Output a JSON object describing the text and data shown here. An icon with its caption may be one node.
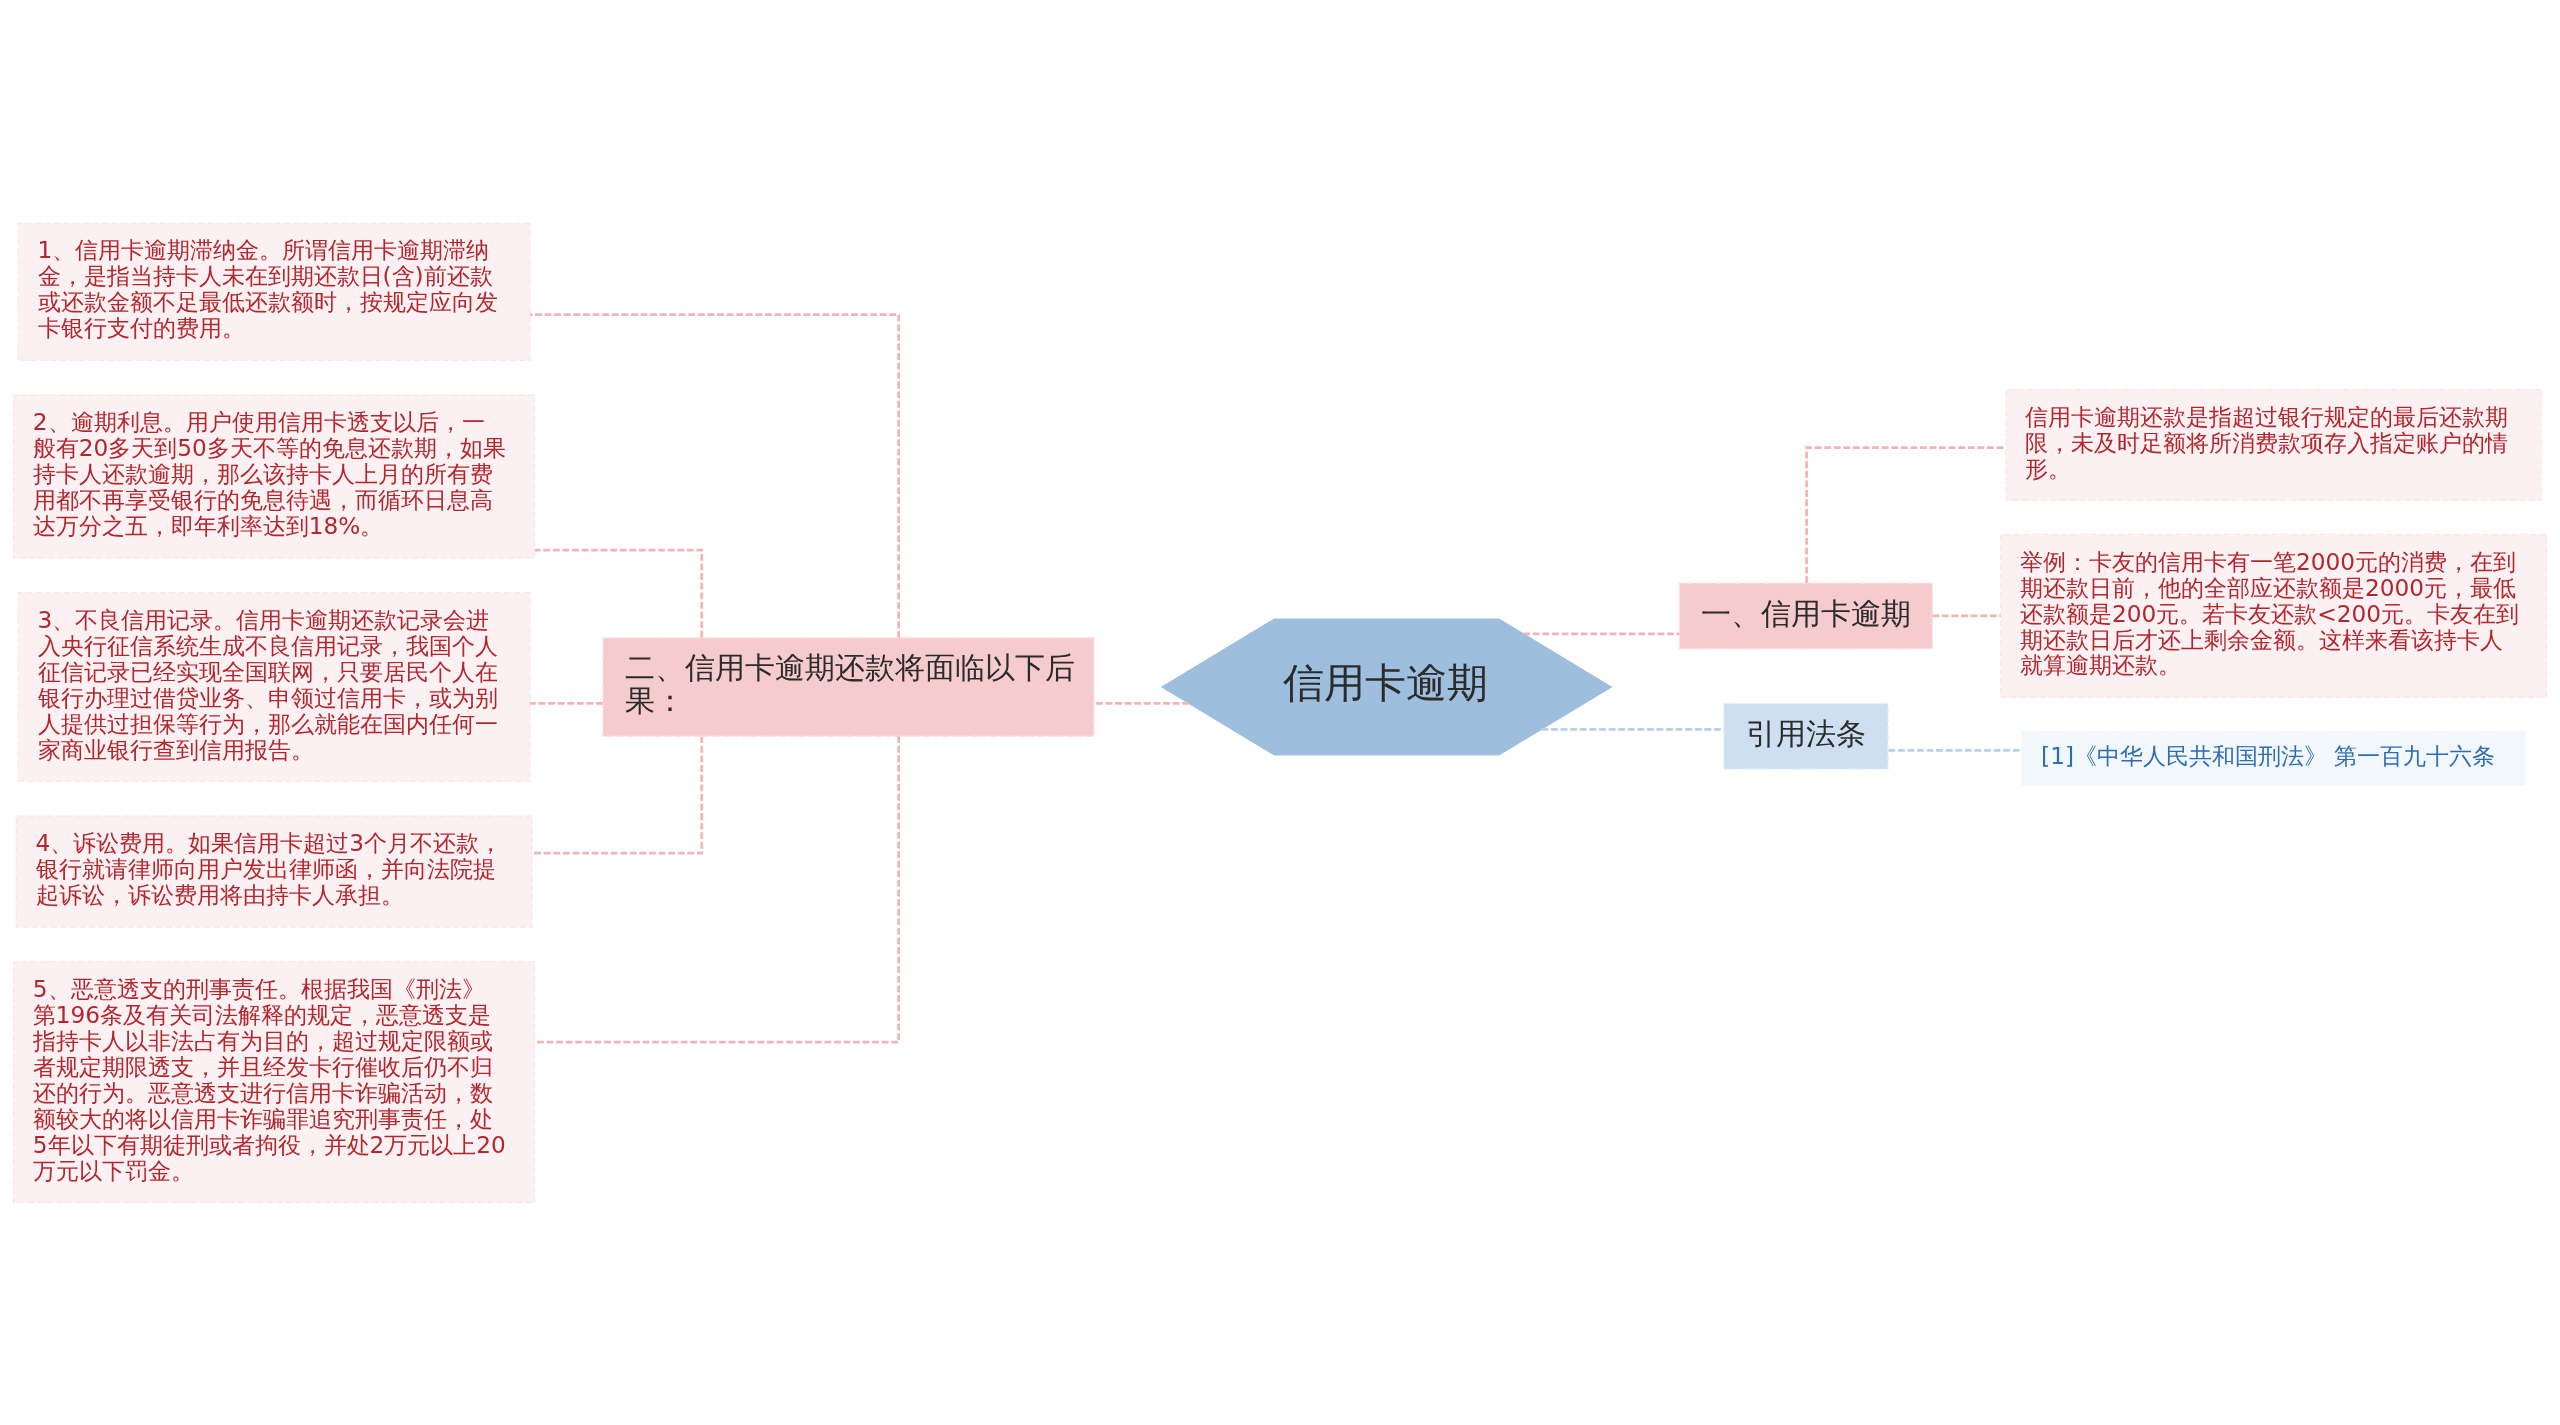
{
  "diagram": {
    "nodes": [
      {
        "text": [
          "信用卡逾期"
        ]
      },
      {
        "text": [
          "二、信用卡逾期还款将面临以下后果："
        ]
      },
      {
        "text": [
          "1、信用卡逾期滞纳金。所谓信用卡逾期滞纳金，是指当持卡人未在到期还款日(含)前还款或还款金额不足最低还款额时，按规定应向发卡银行支付的费用。"
        ]
      },
      {
        "text": [
          "2、逾期利息。用户使用信用卡透支以后，一般有20多天到50多天不等的免息还款期，如果持卡人还款逾期，那么该持卡人上月的所有费用都不再享受银行的免息待遇，而循环日息高达万分之五，即年利率达到18%。"
        ]
      },
      {
        "text": [
          "3、不良信用记录。信用卡逾期还款记录会进入央行征信系统生成不良信用记录，我国个人征信记录已经实现全国联网，只要居民个人在银行办理过借贷业务、申领过信用卡，或为别人提供过担保等行为，那么就能在国内任何一家商业银行查到信用报告。"
        ]
      },
      {
        "text": [
          "4、诉讼费用。如果信用卡超过3个月不还款，银行就请律师向用户发出律师函，并向法院提起诉讼，诉讼费用将由持卡人承担。"
        ]
      },
      {
        "text": [
          "5、恶意透支的刑事责任。根据我国《刑法》第196条及有关司法解释的规定，恶意透支是指持卡人以非法占有为目的，超过规定限额或者规定期限透支，并且经发卡行催收后仍不归还的行为。恶意透支进行信用卡诈骗活动，数额较大的将以信用卡诈骗罪追究刑事责任，处5年以下有期徒刑或者拘役，并处2万元以上20万元以下罚金。"
        ]
      },
      {
        "text": [
          "一、信用卡逾期"
        ]
      },
      {
        "text": [
          "信用卡逾期还款是指超过银行规定的最后还款期限，未及时足额将所消费款项存入指定账户的情形。"
        ]
      },
      {
        "text": [
          "举例：卡友的信用卡有一笔2000元的消费，在到期还款日前，他的全部应还款额是2000元，最低还款额是200元。若卡友还款<200元。卡友在到期还款日后才还上剩余金额。这样来看该持卡人就算逾期还款。"
        ]
      },
      {
        "text": [
          "引用法条"
        ]
      },
      {
        "text": [
          "[1]《中华人民共和国刑法》 第一百九十六条"
        ]
      }
    ],
    "edges": [
      {
        "from": 0,
        "to": 1,
        "arrow": "none",
        "style": "dashed"
      },
      {
        "from": 1,
        "to": 2,
        "arrow": "none",
        "style": "dashed"
      },
      {
        "from": 1,
        "to": 3,
        "arrow": "none",
        "style": "dashed"
      },
      {
        "from": 1,
        "to": 4,
        "arrow": "none",
        "style": "dashed"
      },
      {
        "from": 1,
        "to": 5,
        "arrow": "none",
        "style": "dashed"
      },
      {
        "from": 1,
        "to": 6,
        "arrow": "none",
        "style": "dashed"
      },
      {
        "from": 0,
        "to": 7,
        "arrow": "none",
        "style": "dashed"
      },
      {
        "from": 7,
        "to": 8,
        "arrow": "none",
        "style": "dashed"
      },
      {
        "from": 7,
        "to": 9,
        "arrow": "none",
        "style": "dashed"
      },
      {
        "from": 0,
        "to": 10,
        "arrow": "none",
        "style": "dashed",
        "color": "#b9d0e8"
      },
      {
        "from": 10,
        "to": 11,
        "arrow": "none",
        "style": "dashed",
        "color": "#b9d0e8"
      }
    ]
  }
}
